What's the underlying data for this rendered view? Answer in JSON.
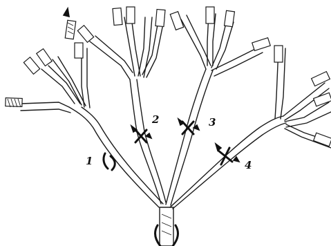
{
  "figure": {
    "labels": [
      {
        "id": "1",
        "text": "1"
      },
      {
        "id": "2",
        "text": "2"
      },
      {
        "id": "3",
        "text": "3"
      },
      {
        "id": "4",
        "text": "4"
      }
    ],
    "icons": {
      "broken_segment": "detached-branch-fragment",
      "constriction_marker": "pair-of-arrows-pointing-inward"
    }
  }
}
